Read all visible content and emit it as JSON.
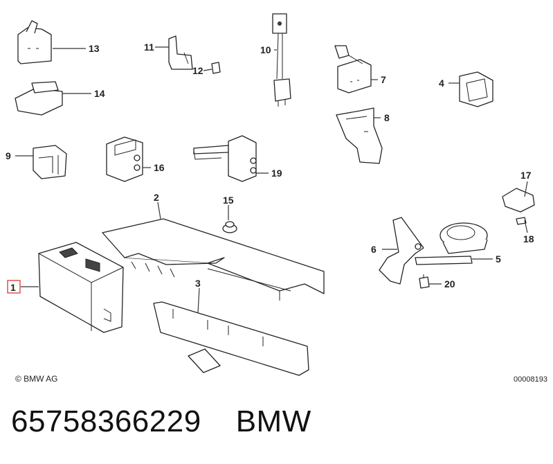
{
  "diagram": {
    "callouts": {
      "c1": "1",
      "c2": "2",
      "c3": "3",
      "c4": "4",
      "c5": "5",
      "c6": "6",
      "c7": "7",
      "c8": "8",
      "c9": "9",
      "c10": "10",
      "c11": "11",
      "c12": "12",
      "c13": "13",
      "c14": "14",
      "c15": "15",
      "c16": "16",
      "c17": "17",
      "c18": "18",
      "c19": "19",
      "c20": "20"
    },
    "highlight_color": "#d9534f",
    "copyright": "© BMW AG",
    "ref_code": "00008193"
  },
  "footer": {
    "part_number": "65758366229",
    "brand": "BMW"
  }
}
